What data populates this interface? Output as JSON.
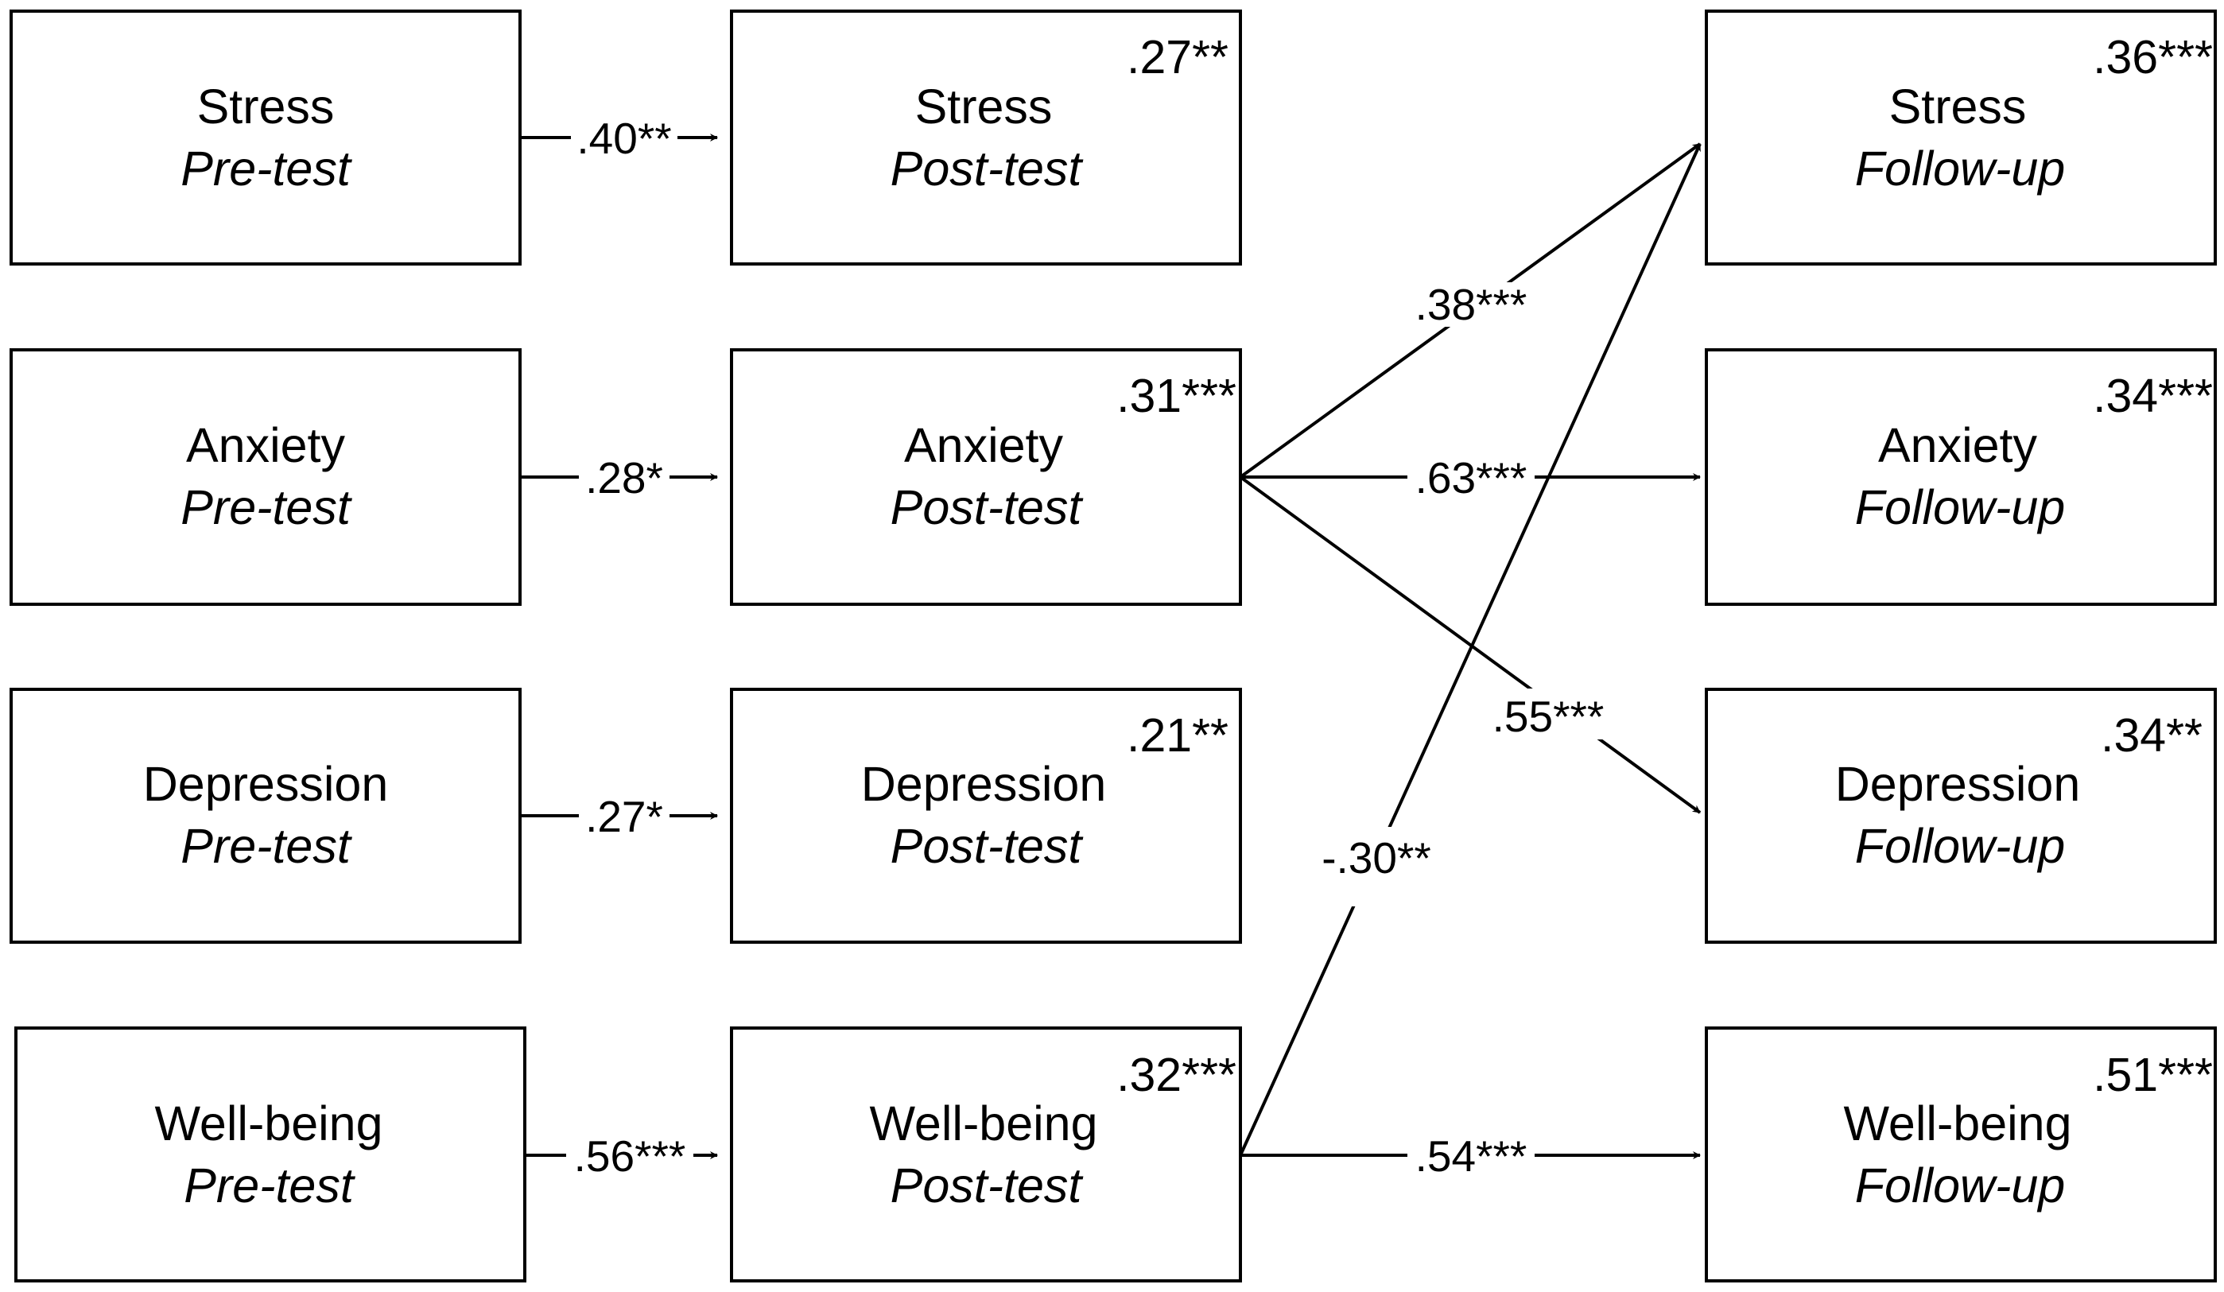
{
  "nodes": {
    "stress_pre": {
      "title": "Stress",
      "time": "Pre-test"
    },
    "stress_post": {
      "title": "Stress",
      "time": "Post-test",
      "r2": ".27**"
    },
    "stress_fu": {
      "title": "Stress",
      "time": "Follow-up",
      "r2": ".36***"
    },
    "anx_pre": {
      "title": "Anxiety",
      "time": "Pre-test"
    },
    "anx_post": {
      "title": "Anxiety",
      "time": "Post-test",
      "r2": ".31***"
    },
    "anx_fu": {
      "title": "Anxiety",
      "time": "Follow-up",
      "r2": ".34***"
    },
    "dep_pre": {
      "title": "Depression",
      "time": "Pre-test"
    },
    "dep_post": {
      "title": "Depression",
      "time": "Post-test",
      "r2": ".21**"
    },
    "dep_fu": {
      "title": "Depression",
      "time": "Follow-up",
      "r2": ".34**"
    },
    "wb_pre": {
      "title": "Well-being",
      "time": "Pre-test"
    },
    "wb_post": {
      "title": "Well-being",
      "time": "Post-test",
      "r2": ".32***"
    },
    "wb_fu": {
      "title": "Well-being",
      "time": "Follow-up",
      "r2": ".51***"
    }
  },
  "paths": {
    "stress_pre_post": ".40**",
    "anx_pre_post": ".28*",
    "dep_pre_post": ".27*",
    "wb_pre_post": ".56***",
    "anx_post_stress_fu": ".38***",
    "anx_post_anx_fu": ".63***",
    "anx_post_dep_fu": ".55***",
    "wb_post_stress_fu": "-.30**",
    "wb_post_wb_fu": ".54***"
  }
}
